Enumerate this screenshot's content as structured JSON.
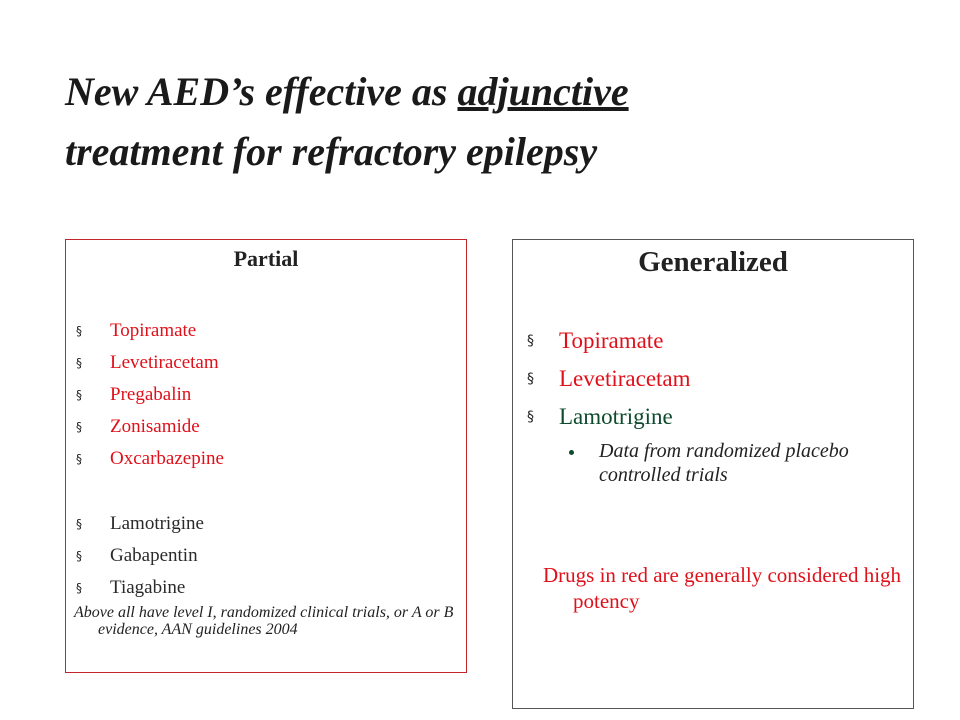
{
  "title": {
    "part1": "New AED",
    "apostrophe": "’",
    "part2": "s effective as ",
    "underlined": "adjunctive",
    "line2": "treatment for refractory epilepsy"
  },
  "partial": {
    "heading": "Partial",
    "bullet_glyph": "§",
    "high_potency": [
      "Topiramate",
      "Levetiracetam",
      "Pregabalin",
      "Zonisamide",
      "Oxcarbazepine"
    ],
    "other": [
      "Lamotrigine",
      "Gabapentin",
      "Tiagabine"
    ],
    "footnote": "Above all have level I, randomized clinical trials, or A or B evidence, AAN guidelines 2004"
  },
  "generalized": {
    "heading": "Generalized",
    "bullet_glyph": "§",
    "items": [
      "Topiramate",
      "Levetiracetam",
      "Lamotrigine"
    ],
    "sub_item": "Data from randomized placebo controlled trials",
    "note": "Drugs in red are generally considered high potency"
  },
  "colors": {
    "high_potency": "#e0101a",
    "lamotrigine_generalized": "#0d4b2c",
    "partial_border": "#c0262c"
  }
}
